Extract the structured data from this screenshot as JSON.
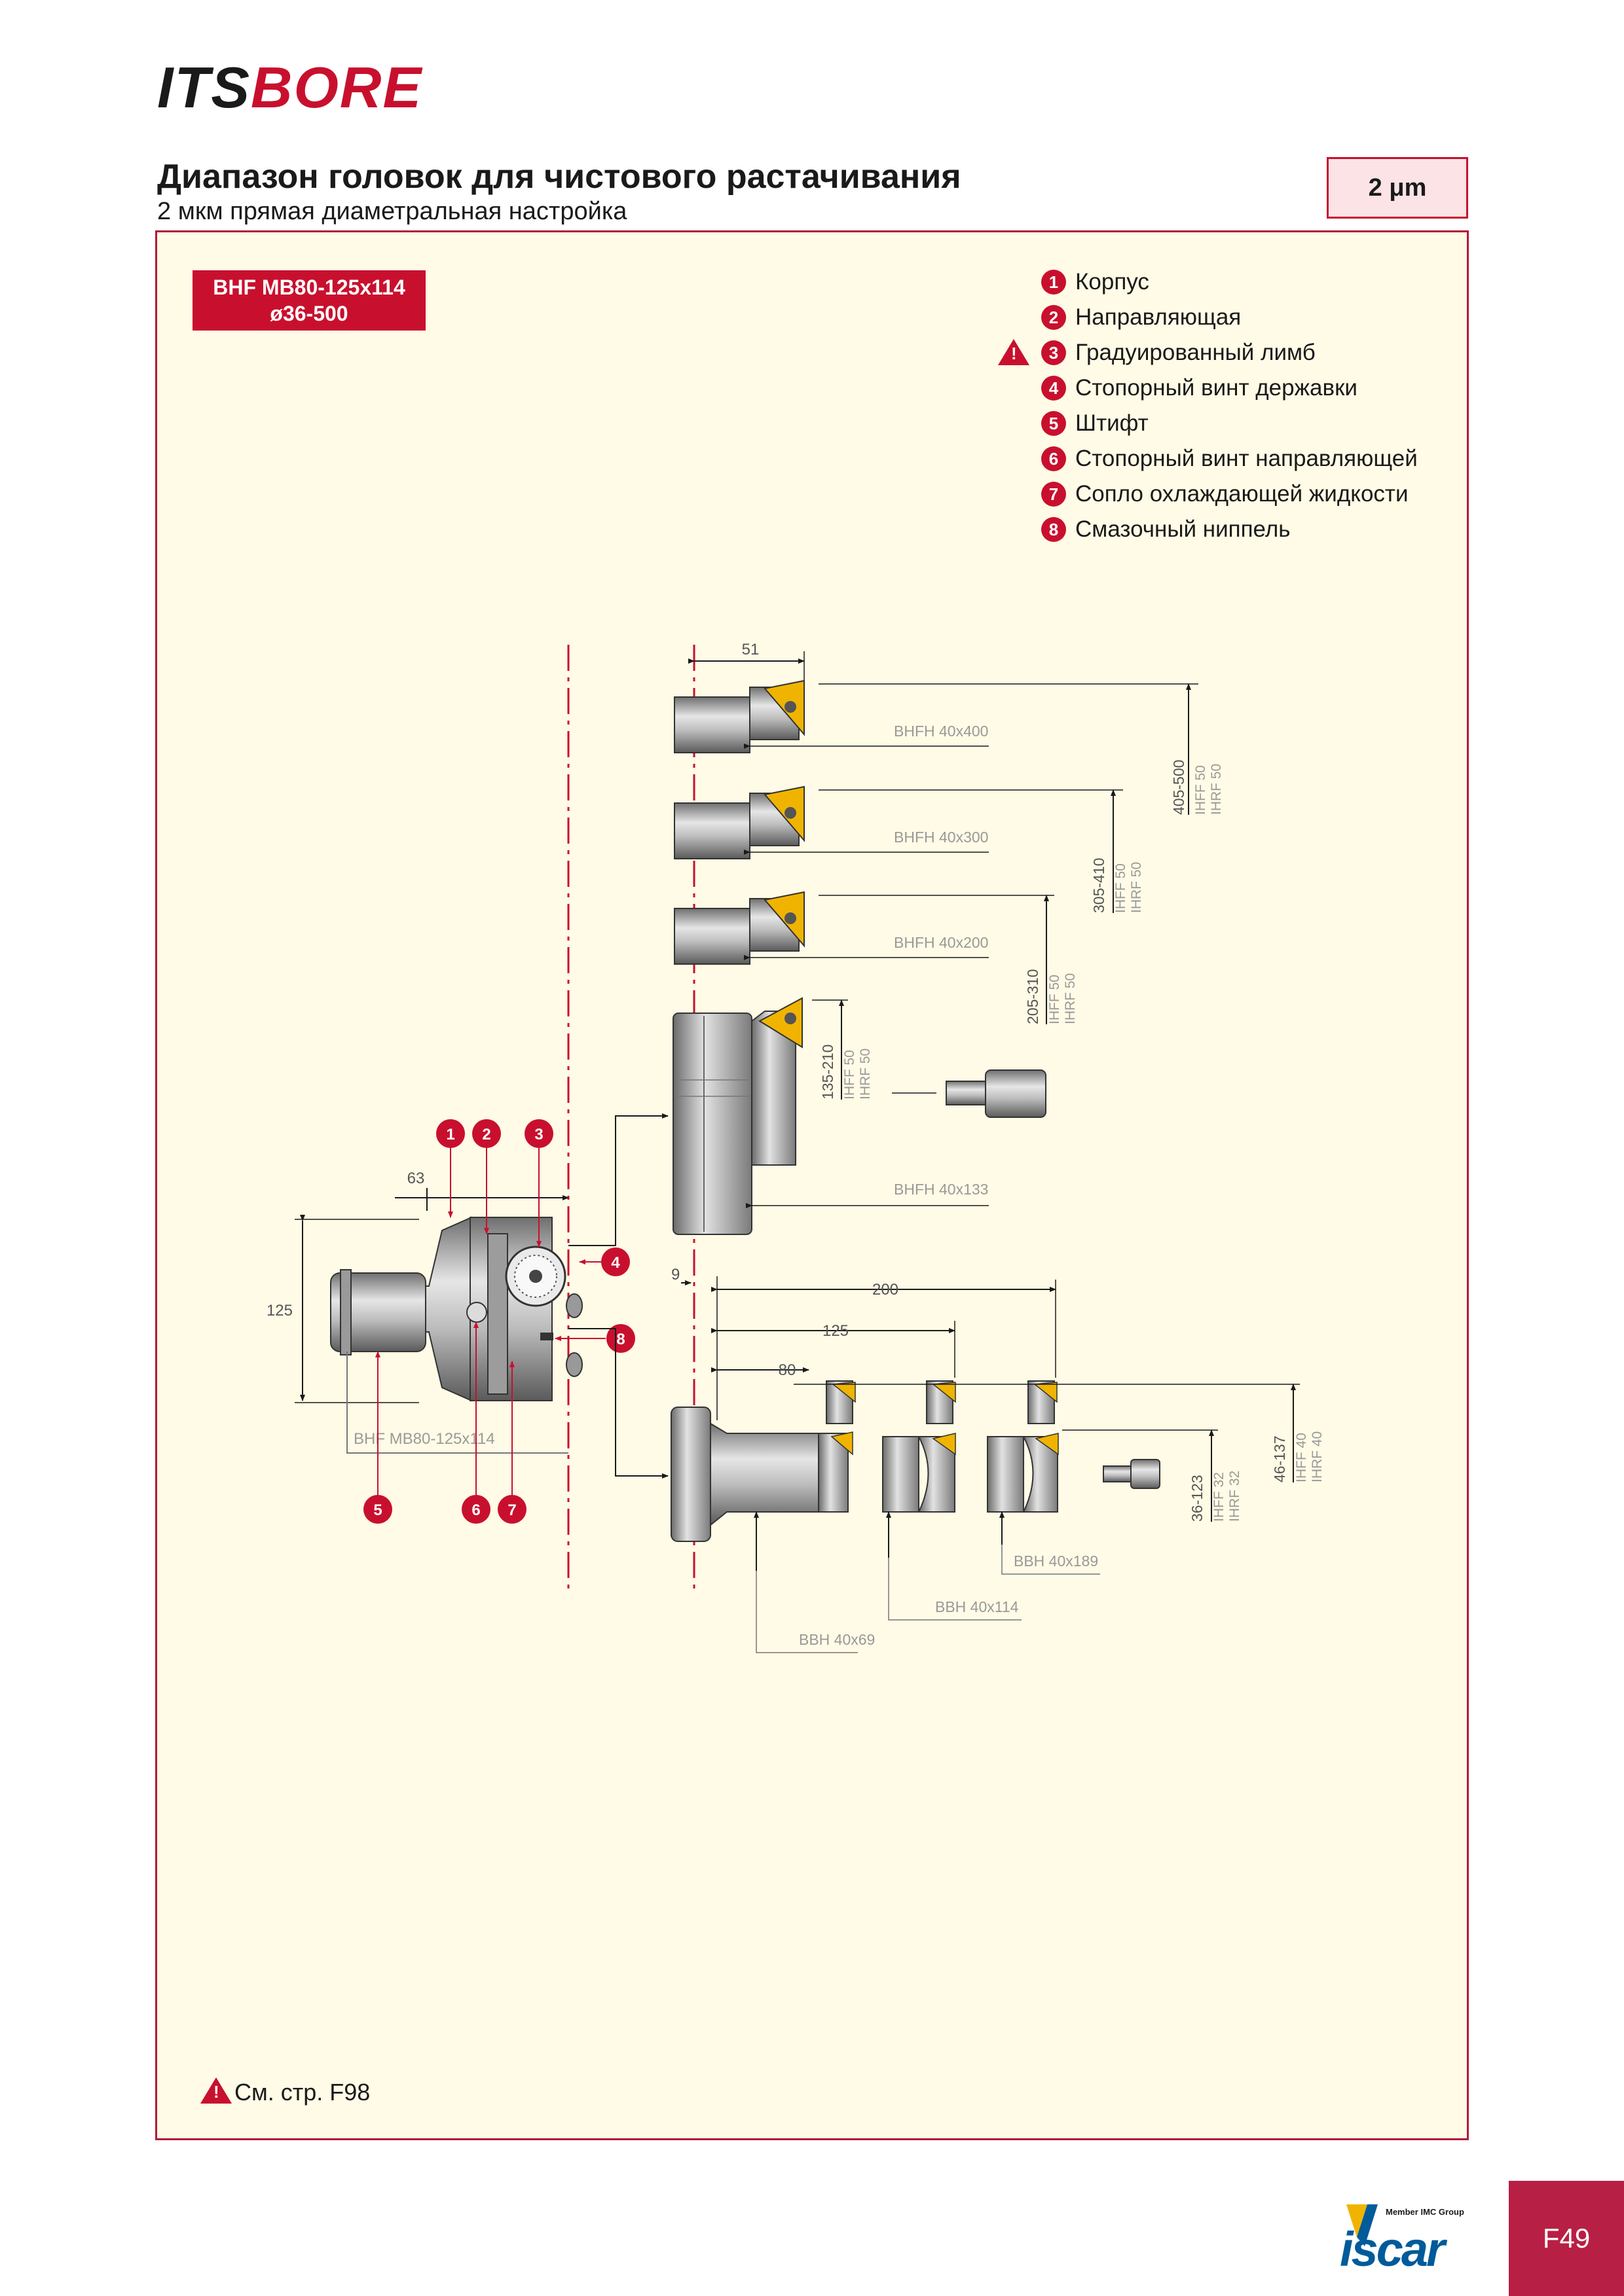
{
  "header": {
    "logo_its": "ITS",
    "logo_bore": "BORE",
    "title": "Диапазон головок для чистового растачивания",
    "subtitle": "2 мкм прямая диаметральная настройка",
    "badge": "2 μm"
  },
  "model_box": {
    "line1": "BHF MB80-125x114",
    "line2": "ø36-500"
  },
  "legend": [
    {
      "num": "1",
      "label": "Корпус",
      "warning": false
    },
    {
      "num": "2",
      "label": "Направляющая",
      "warning": false
    },
    {
      "num": "3",
      "label": "Градуированный лимб",
      "warning": true
    },
    {
      "num": "4",
      "label": "Стопорный винт державки",
      "warning": false
    },
    {
      "num": "5",
      "label": "Штифт",
      "warning": false
    },
    {
      "num": "6",
      "label": "Стопорный винт направляющей",
      "warning": false
    },
    {
      "num": "7",
      "label": "Сопло охлаждающей жидкости",
      "warning": false
    },
    {
      "num": "8",
      "label": "Смазочный ниппель",
      "warning": false
    }
  ],
  "diagram": {
    "dims": {
      "d51": "51",
      "d63": "63",
      "d125v": "125",
      "d9": "9",
      "d200": "200",
      "d125h": "125",
      "d80": "80"
    },
    "callouts": [
      "1",
      "2",
      "3",
      "4",
      "5",
      "6",
      "7",
      "8"
    ],
    "holders": {
      "h400": "BHFH 40x400",
      "h300": "BHFH 40x300",
      "h200": "BHFH 40x200",
      "h133": "BHFH 40x133",
      "b69": "BBH 40x69",
      "b114": "BBH 40x114",
      "b189": "BBH 40x189",
      "head": "BHF MB80-125x114"
    },
    "ranges": {
      "r1": "405-500",
      "r1a": "IHFF 50",
      "r1b": "IHRF 50",
      "r2": "305-410",
      "r2a": "IHFF 50",
      "r2b": "IHRF 50",
      "r3": "205-310",
      "r3a": "IHFF 50",
      "r3b": "IHRF 50",
      "r4": "135-210",
      "r4a": "IHFF 50",
      "r4b": "IHRF 50",
      "r5": "36-123",
      "r5a": "IHFF 32",
      "r5b": "IHRF 32",
      "r6": "46-137",
      "r6a": "IHFF 40",
      "r6b": "IHRF 40"
    }
  },
  "footer_note": "См. стр. F98",
  "footer": {
    "member": "Member IMC Group",
    "brand": "iscar",
    "page": "F49"
  },
  "colors": {
    "accent": "#c8102e",
    "panel": "#fffbe6",
    "insert": "#f0b400"
  }
}
